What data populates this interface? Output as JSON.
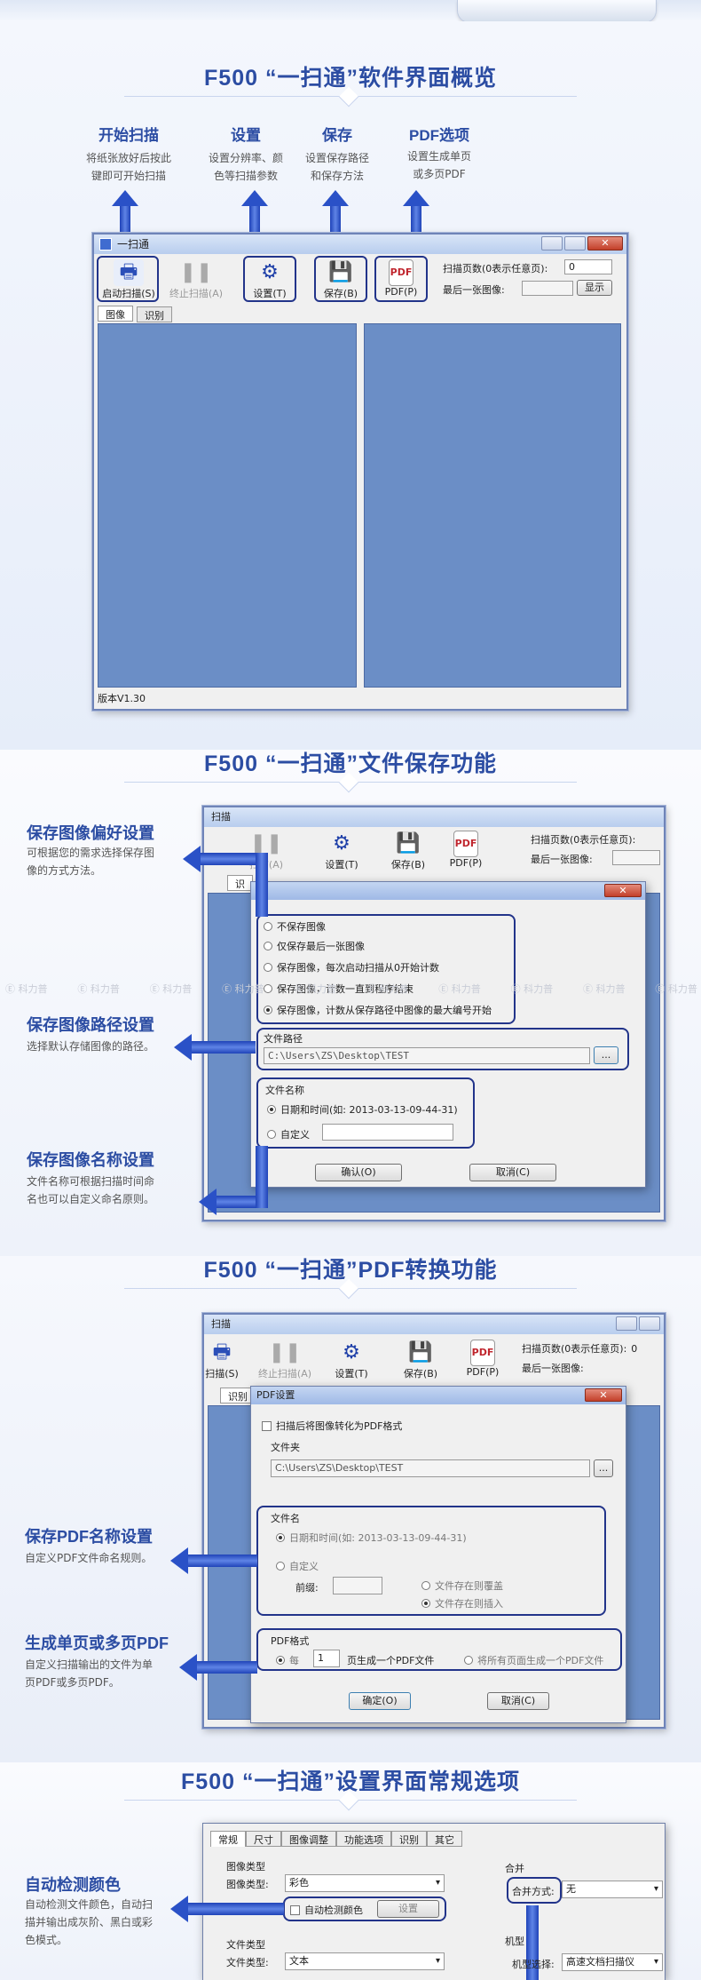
{
  "sections": {
    "interface": "F500 “一扫通”软件界面概览",
    "save": "F500 “一扫通”文件保存功能",
    "pdf": "F500 “一扫通”PDF转换功能",
    "settings": "F500 “一扫通”设置界面常规选项"
  },
  "features": [
    {
      "title": "开始扫描",
      "desc1": "将纸张放好后按此",
      "desc2": "键即可开始扫描"
    },
    {
      "title": "设置",
      "desc1": "设置分辨率、颜",
      "desc2": "色等扫描参数"
    },
    {
      "title": "保存",
      "desc1": "设置保存路径",
      "desc2": "和保存方法"
    },
    {
      "title": "PDF选项",
      "desc1": "设置生成单页",
      "desc2": "或多页PDF"
    }
  ],
  "main_window": {
    "title": "一扫通",
    "tools": {
      "start": "启动扫描(S)",
      "stop": "终止扫描(A)",
      "settings": "设置(T)",
      "save": "保存(B)",
      "pdf": "PDF(P)",
      "pdf_icon": "PDF"
    },
    "pages_label": "扫描页数(0表示任意页):",
    "pages_value": "0",
    "last_label": "最后一张图像:",
    "show_btn": "显示",
    "tabs": [
      "图像",
      "识别"
    ],
    "version": "版本V1.30"
  },
  "save_dialog": {
    "title_fragment": "扫描",
    "options": [
      "不保存图像",
      "仅保存最后一张图像",
      "保存图像，每次启动扫描从0开始计数",
      "保存图像，计数一直到程序结束",
      "保存图像，计数从保存路径中图像的最大编号开始"
    ],
    "path_label": "文件路径",
    "path_value": "C:\\Users\\ZS\\Desktop\\TEST",
    "browse": "...",
    "name_label": "文件名称",
    "name_opt1": "日期和时间(如: 2013-03-13-09-44-31)",
    "name_opt2": "自定义",
    "ok": "确认(O)",
    "cancel": "取消(C)",
    "fragment_a": "扫描(A)",
    "fragment_tab": "识",
    "fragment_small": "保"
  },
  "save_callouts": [
    {
      "title": "保存图像偏好设置",
      "desc1": "可根据您的需求选择保存图",
      "desc2": "像的方式方法。"
    },
    {
      "title": "保存图像路径设置",
      "desc1": "选择默认存储图像的路径。",
      "desc2": ""
    },
    {
      "title": "保存图像名称设置",
      "desc1": "文件名称可根据扫描时间命",
      "desc2": "名也可以自定义命名原则。"
    }
  ],
  "watermark": "Ⓔ 科力普",
  "pdf_dialog": {
    "title": "PDF设置",
    "checkbox": "扫描后将图像转化为PDF格式",
    "folder_label": "文件夹",
    "folder_value": "C:\\Users\\ZS\\Desktop\\TEST",
    "filename_label": "文件名",
    "fn_opt1": "日期和时间(如: 2013-03-13-09-44-31)",
    "fn_opt2": "自定义",
    "prefix": "前缀:",
    "exist_overwrite": "文件存在则覆盖",
    "exist_insert": "文件存在则插入",
    "format_label": "PDF格式",
    "every": "每",
    "every_value": "1",
    "per_file": "页生成一个PDF文件",
    "all_pages": "将所有页面生成一个PDF文件",
    "ok": "确定(O)",
    "cancel": "取消(C)",
    "main_title": "扫描",
    "stop_fragment": "终止扫描(A)",
    "start_fragment": "扫描(S)",
    "tab_fragment": "识别"
  },
  "pdf_callouts": [
    {
      "title": "保存PDF名称设置",
      "desc1": "自定义PDF文件命名规则。",
      "desc2": ""
    },
    {
      "title": "生成单页或多页PDF",
      "desc1": "自定义扫描输出的文件为单",
      "desc2": "页PDF或多页PDF。"
    }
  ],
  "settings_dialog": {
    "tabs": [
      "常规",
      "尺寸",
      "图像调整",
      "功能选项",
      "识别",
      "其它"
    ],
    "image_type_group": "图像类型",
    "image_type_label": "图像类型:",
    "image_type_value": "彩色",
    "auto_detect": "自动检测颜色",
    "set_btn": "设置",
    "file_type_group": "文件类型",
    "file_type_label": "文件类型:",
    "file_type_value": "文本",
    "merge_group": "合并",
    "merge_label": "合并方式:",
    "merge_value": "无",
    "model_group": "机型",
    "model_label": "机型选择:",
    "model_value": "高速文档扫描仪"
  },
  "settings_callouts": [
    {
      "title": "自动检测颜色",
      "desc1": "自动检测文件颜色，自动扫",
      "desc2": "描并输出成灰阶、黑白或彩",
      "desc3": "色模式。"
    }
  ]
}
